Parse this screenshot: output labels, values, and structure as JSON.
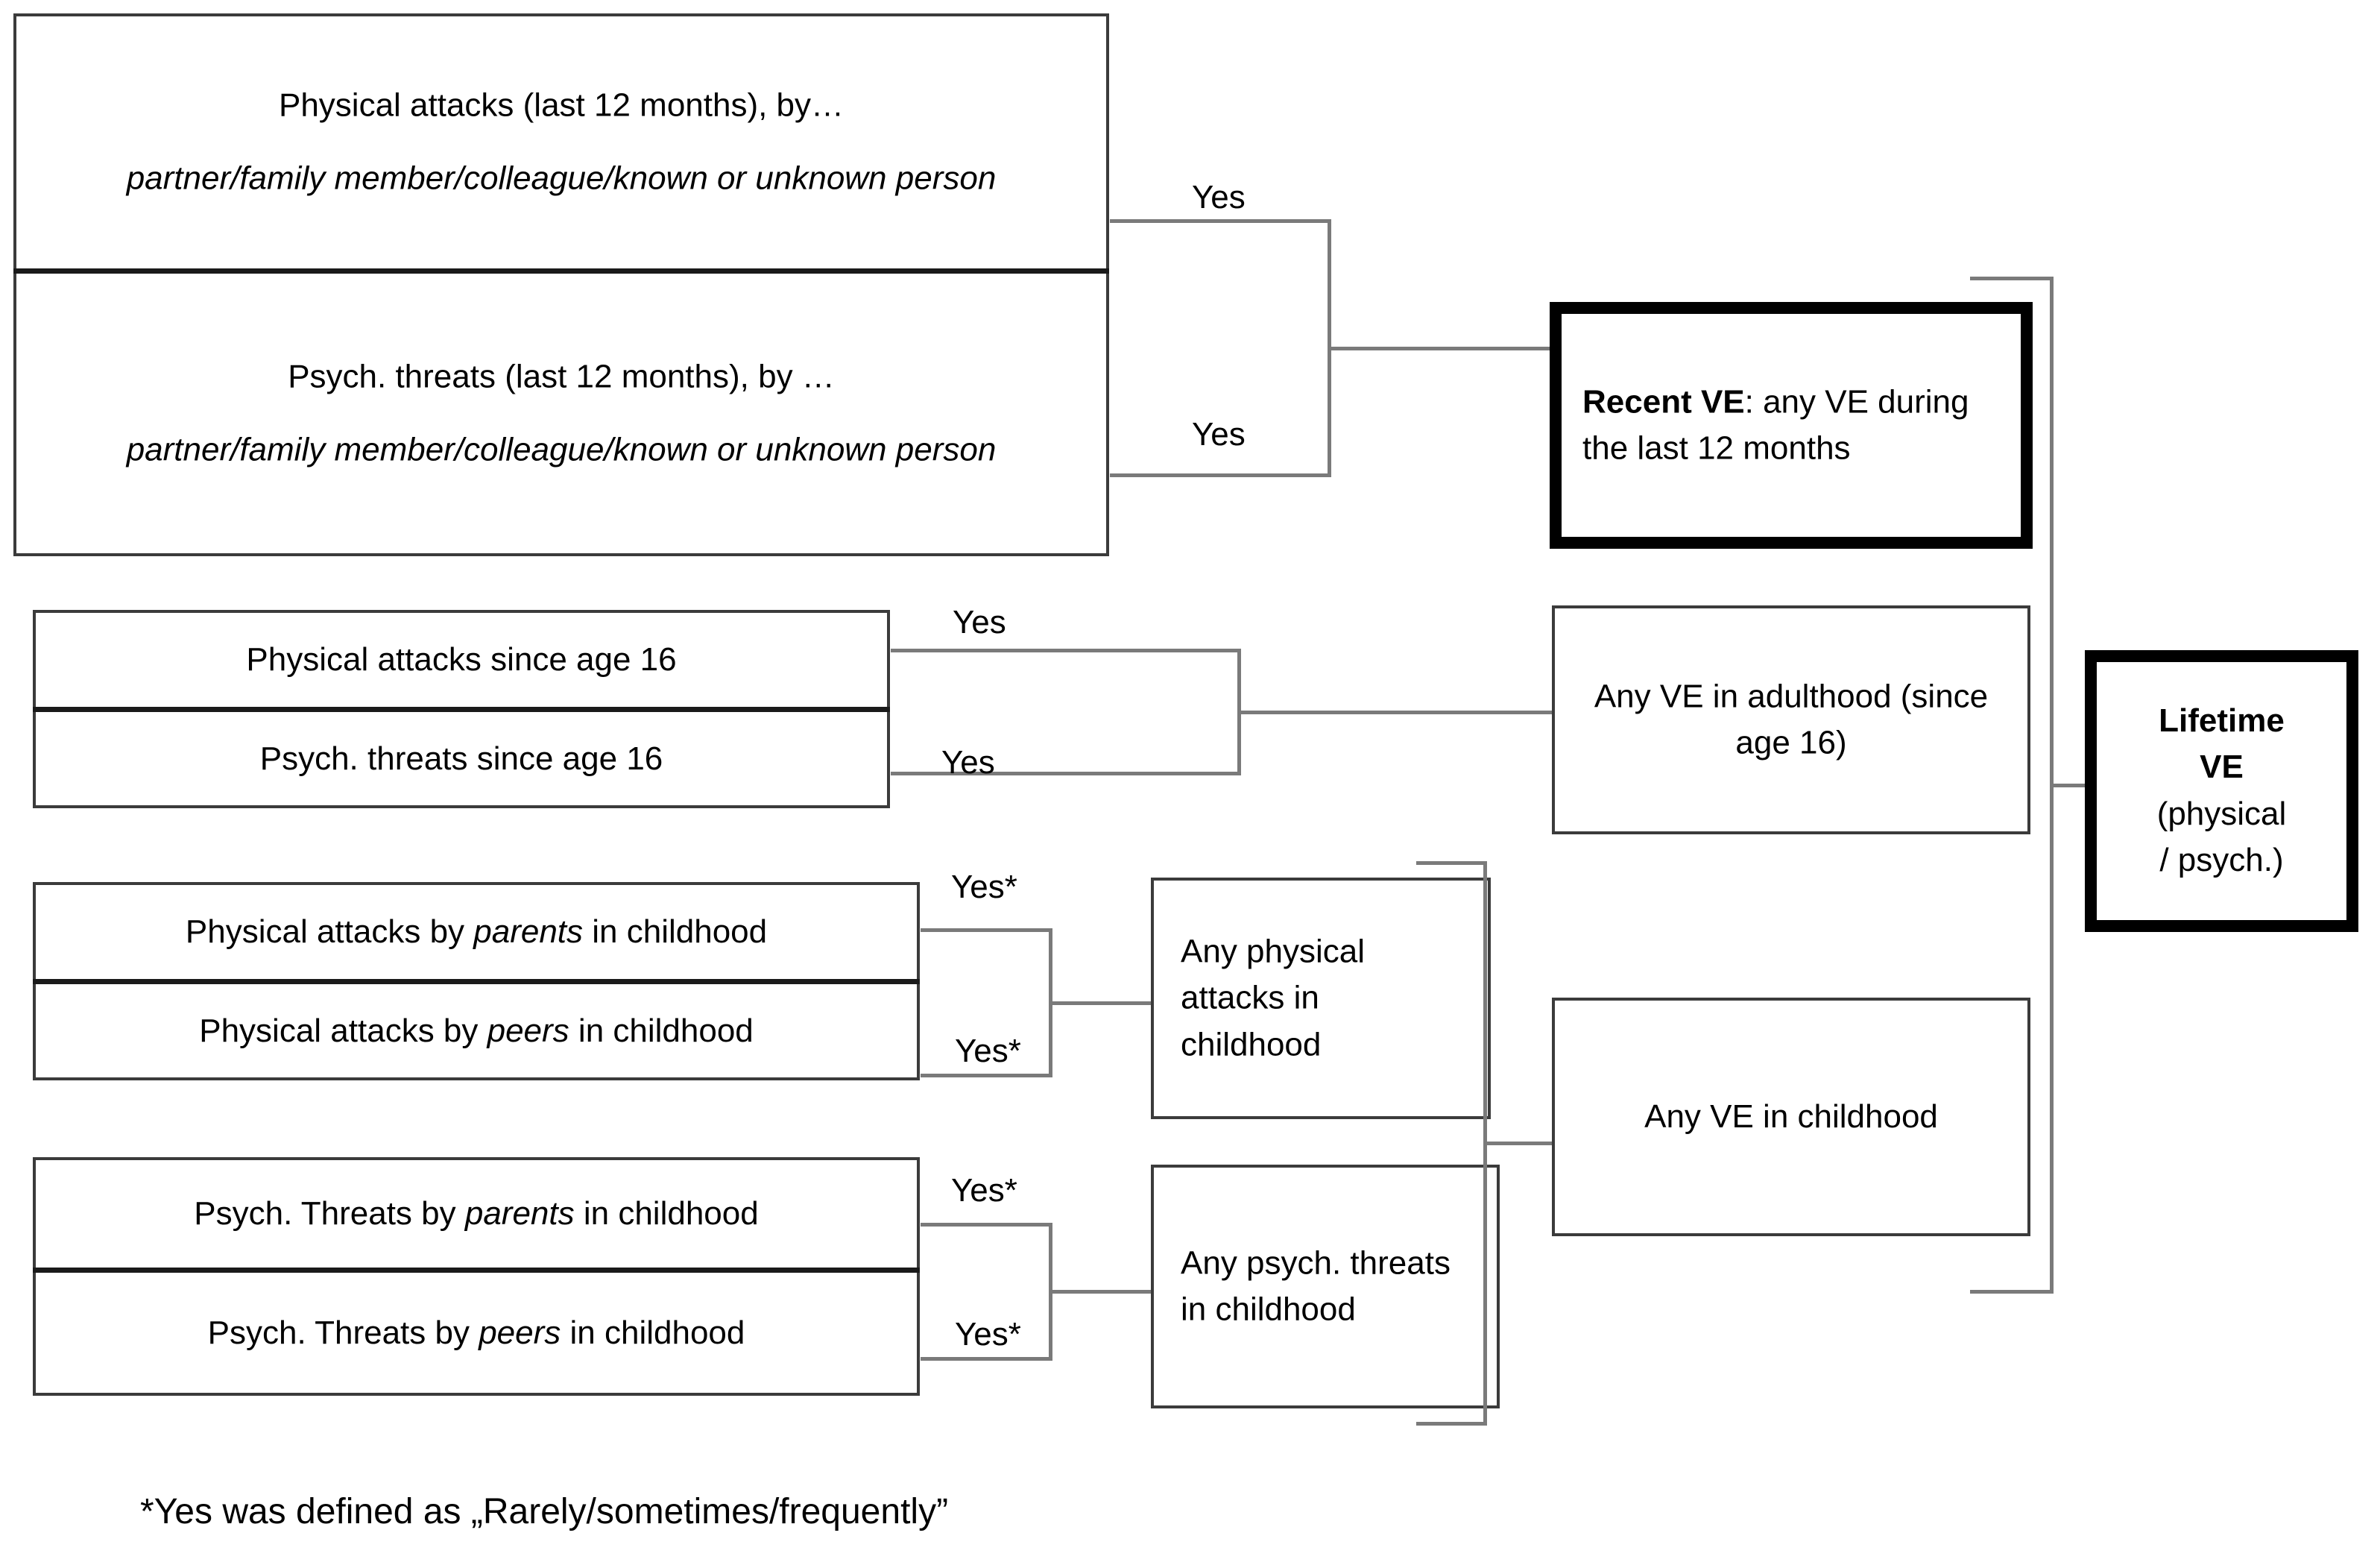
{
  "diagram": {
    "title_note": "Violence exposure (VE) measurement flowchart",
    "colors": {
      "box_border": "#3b3b3b",
      "emphasis_border": "#000000",
      "connector": "#7a7a7a",
      "text": "#000000",
      "background": "#ffffff"
    },
    "recent": {
      "items": [
        {
          "line1": "Physical attacks (last 12 months), by…",
          "line2": "partner/family member/colleague/known or unknown person"
        },
        {
          "line1": "Psych. threats (last 12 months), by …",
          "line2": "partner/family member/colleague/known or unknown person"
        }
      ],
      "yes_top": "Yes",
      "yes_bottom": "Yes",
      "outcome_bold": "Recent VE",
      "outcome_rest": ": any VE during the last 12 months"
    },
    "adulthood": {
      "items": [
        "Physical attacks since age 16",
        "Psych. threats since age 16"
      ],
      "yes_top": "Yes",
      "yes_bottom": "Yes",
      "outcome": "Any VE in adulthood (since age 16)"
    },
    "childhood_physical": {
      "items": [
        "Physical attacks by ",
        "Physical attacks by "
      ],
      "item1_pre": "Physical attacks by ",
      "item1_em": "parents",
      "item1_post": " in childhood",
      "item2_pre": "Physical attacks by ",
      "item2_em": "peers",
      "item2_post": " in childhood",
      "yes_top": "Yes*",
      "yes_bottom": "Yes*",
      "outcome": "Any physical attacks in childhood"
    },
    "childhood_psych": {
      "item1_pre": "Psych. Threats by ",
      "item1_em": "parents",
      "item1_post": " in childhood",
      "item2_pre": "Psych. Threats by ",
      "item2_em": "peers",
      "item2_post": " in childhood",
      "yes_top": "Yes*",
      "yes_bottom": "Yes*",
      "outcome": "Any psych. threats in childhood"
    },
    "childhood_outcome": "Any VE in childhood",
    "lifetime": {
      "bold_line1": "Lifetime",
      "bold_line2": "VE",
      "rest_line1": "(physical",
      "rest_line2": "/ psych.)"
    },
    "footnote": "*Yes was defined as „Rarely/sometimes/frequently”"
  }
}
